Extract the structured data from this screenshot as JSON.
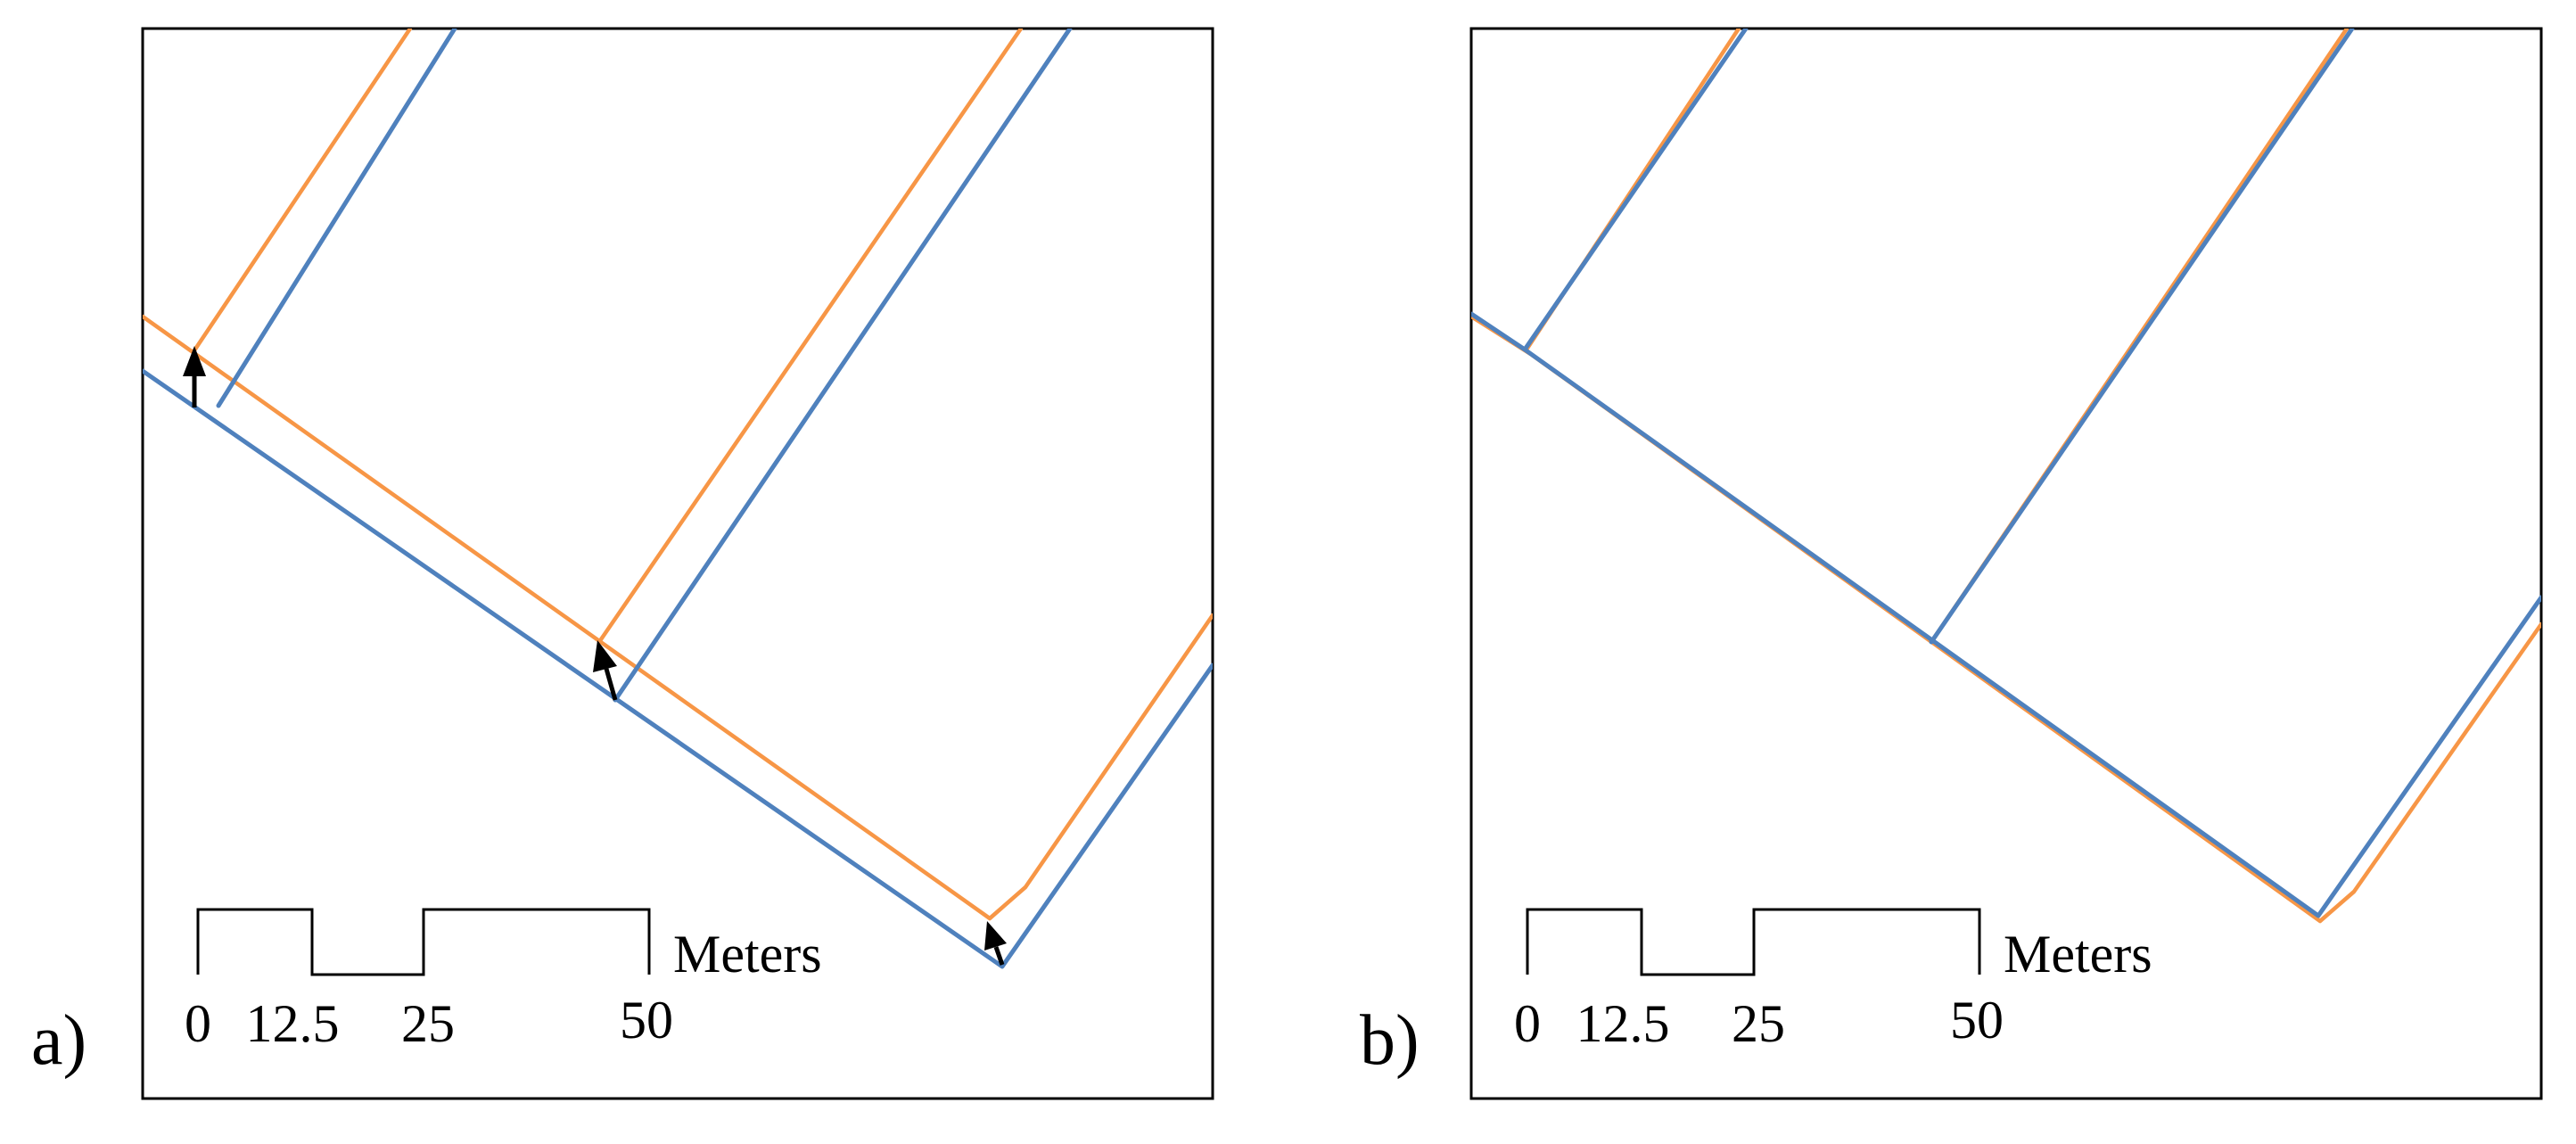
{
  "colors": {
    "original_lines": "#4f81bd",
    "shifted_lines": "#f79646",
    "arrows": "#000000"
  },
  "panels": [
    {
      "label": "a)",
      "scale": {
        "ticks": [
          "0",
          "12.5",
          "25",
          "50"
        ],
        "unit": "Meters"
      },
      "arrows_visible": true,
      "arrow_count": 3
    },
    {
      "label": "b)",
      "scale": {
        "ticks": [
          "0",
          "12.5",
          "25",
          "50"
        ],
        "unit": "Meters"
      },
      "arrows_visible": false
    }
  ]
}
